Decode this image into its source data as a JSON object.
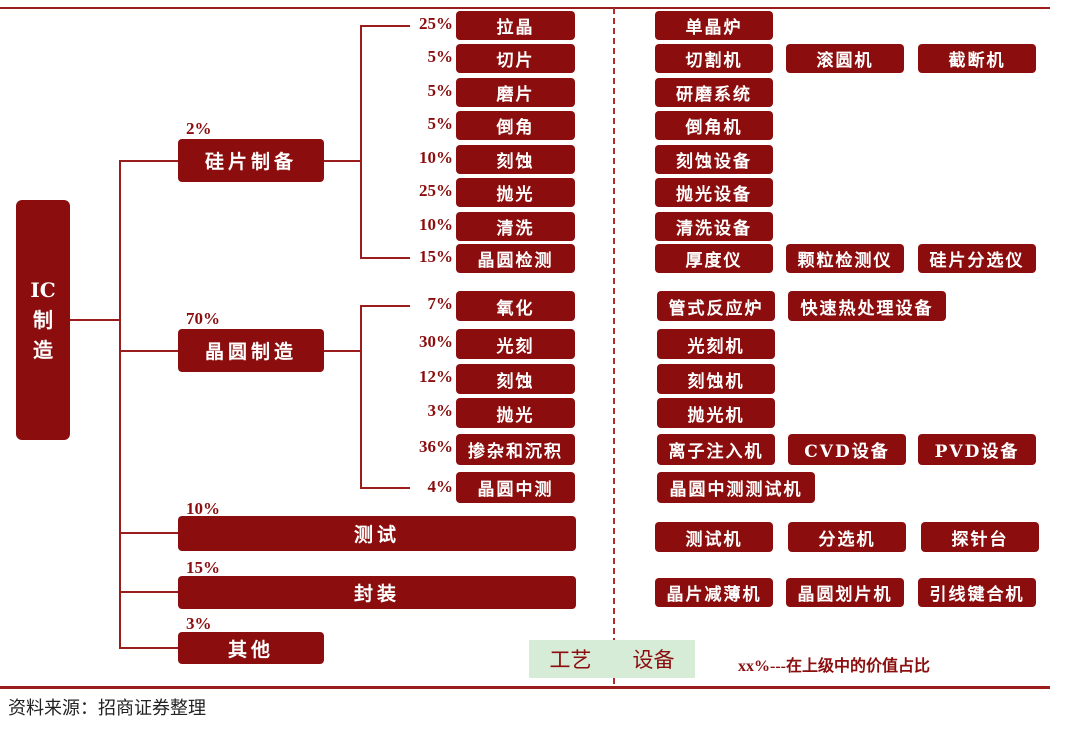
{
  "root": {
    "chars": [
      "IC",
      "制",
      "造"
    ]
  },
  "main": [
    {
      "pct": "2%",
      "label": "硅片制备"
    },
    {
      "pct": "70%",
      "label": "晶圆制造"
    },
    {
      "pct": "10%",
      "label": "测试"
    },
    {
      "pct": "15%",
      "label": "封装"
    },
    {
      "pct": "3%",
      "label": "其他"
    }
  ],
  "processes": [
    {
      "pct": "25%",
      "label": "拉晶",
      "equipment": [
        "单晶炉"
      ]
    },
    {
      "pct": "5%",
      "label": "切片",
      "equipment": [
        "切割机",
        "滚圆机",
        "截断机"
      ]
    },
    {
      "pct": "5%",
      "label": "磨片",
      "equipment": [
        "研磨系统"
      ]
    },
    {
      "pct": "5%",
      "label": "倒角",
      "equipment": [
        "倒角机"
      ]
    },
    {
      "pct": "10%",
      "label": "刻蚀",
      "equipment": [
        "刻蚀设备"
      ]
    },
    {
      "pct": "25%",
      "label": "抛光",
      "equipment": [
        "抛光设备"
      ]
    },
    {
      "pct": "10%",
      "label": "清洗",
      "equipment": [
        "清洗设备"
      ]
    },
    {
      "pct": "15%",
      "label": "晶圆检测",
      "equipment": [
        "厚度仪",
        "颗粒检测仪",
        "硅片分选仪"
      ]
    },
    {
      "pct": "7%",
      "label": "氧化",
      "equipment": [
        "管式反应炉",
        "快速热处理设备"
      ]
    },
    {
      "pct": "30%",
      "label": "光刻",
      "equipment": [
        "光刻机"
      ]
    },
    {
      "pct": "12%",
      "label": "刻蚀",
      "equipment": [
        "刻蚀机"
      ]
    },
    {
      "pct": "3%",
      "label": "抛光",
      "equipment": [
        "抛光机"
      ]
    },
    {
      "pct": "36%",
      "label": "掺杂和沉积",
      "equipment": [
        "离子注入机",
        "CVD设备",
        "PVD设备"
      ]
    },
    {
      "pct": "4%",
      "label": "晶圆中测",
      "equipment": [
        "晶圆中测测试机"
      ]
    }
  ],
  "test_equipment": [
    "测试机",
    "分选机",
    "探针台"
  ],
  "package_equipment": [
    "晶片减薄机",
    "晶圆划片机",
    "引线键合机"
  ],
  "legend": {
    "process": "工艺",
    "equipment": "设备"
  },
  "note": "xx%---在上级中的价值占比",
  "source": "资料来源：招商证券整理",
  "colors": {
    "box": "#8b0d0d",
    "line": "#9b1c1c",
    "legend_bg": "#d6ecd6"
  }
}
